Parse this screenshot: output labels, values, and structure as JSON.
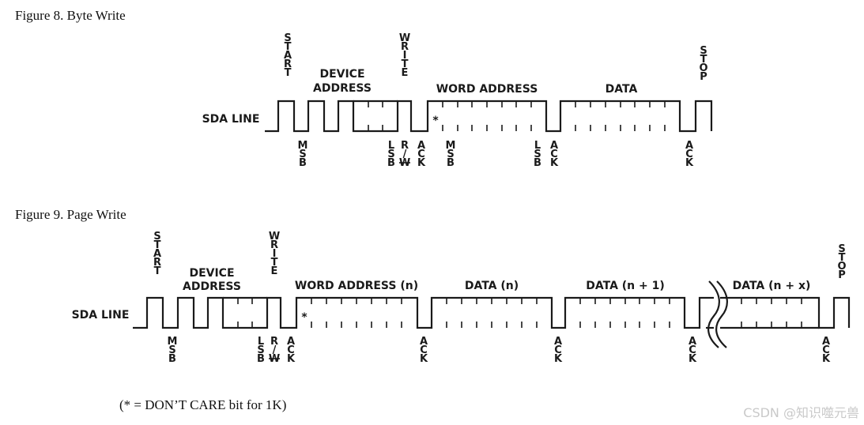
{
  "figure8": {
    "title": "Figure 8. Byte Write",
    "sda_label": "SDA LINE",
    "start": "START",
    "device_address": [
      "DEVICE",
      "ADDRESS"
    ],
    "write": "WRITE",
    "word_address": "WORD ADDRESS",
    "data": "DATA",
    "stop": "STOP",
    "star": "*",
    "bottom": {
      "msb": "MSB",
      "lsb": "LSB",
      "rw": [
        "R",
        "/",
        "W"
      ],
      "ack": "ACK"
    }
  },
  "figure9": {
    "title": "Figure 9. Page Write",
    "sda_label": "SDA LINE",
    "start": "START",
    "device_address": [
      "DEVICE",
      "ADDRESS"
    ],
    "write": "WRITE",
    "word_address": "WORD ADDRESS (n)",
    "data_n": "DATA (n)",
    "data_n1": "DATA (n + 1)",
    "data_nx": "DATA (n + x)",
    "stop": "STOP",
    "star": "*",
    "bottom": {
      "msb": "MSB",
      "lsb": "LSB",
      "rw": [
        "R",
        "/",
        "W"
      ],
      "ack": "ACK"
    }
  },
  "footnote": "(* = DON’T CARE bit for 1K)",
  "watermark": "CSDN @知识噬元兽"
}
